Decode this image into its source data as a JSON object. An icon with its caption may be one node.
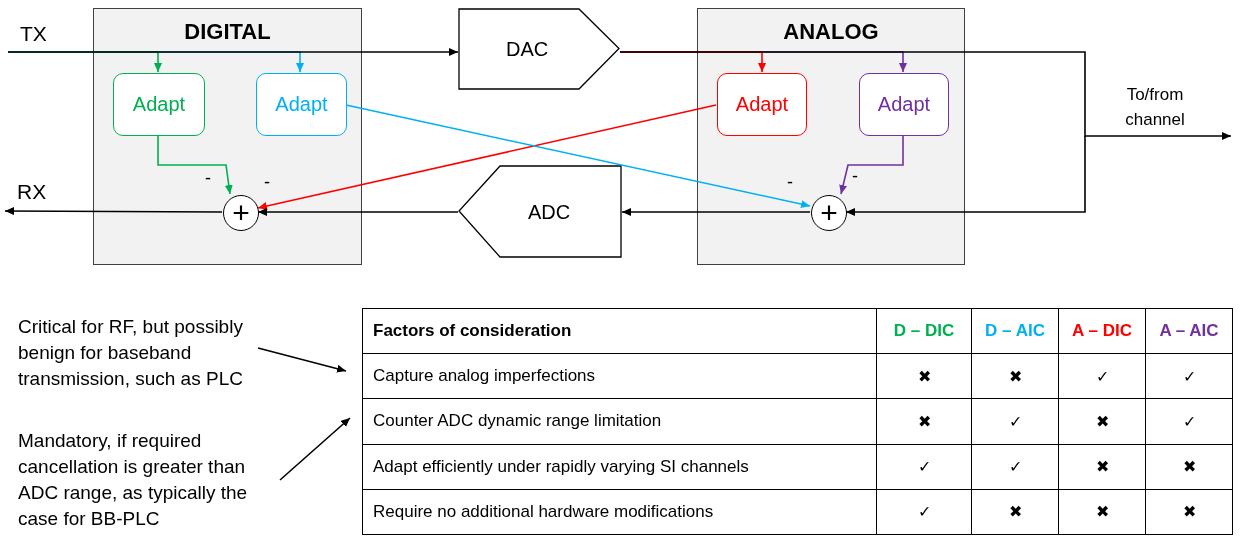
{
  "diagram": {
    "nodes": [
      {
        "text": [
          "TX"
        ]
      },
      {
        "text": [
          "DIGITAL"
        ]
      },
      {
        "text": [
          "Adapt"
        ],
        "in": 1
      },
      {
        "text": [
          "Adapt"
        ],
        "in": 1
      },
      {
        "text": [
          "+"
        ],
        "in": 1
      },
      {
        "text": [
          "DAC"
        ]
      },
      {
        "text": [
          "ADC"
        ]
      },
      {
        "text": [
          "ANALOG"
        ]
      },
      {
        "text": [
          "Adapt"
        ],
        "in": 7
      },
      {
        "text": [
          "Adapt"
        ],
        "in": 7
      },
      {
        "text": [
          "+"
        ],
        "in": 7
      },
      {
        "text": [
          "RX"
        ]
      },
      {
        "text": [
          "To/from channel"
        ]
      },
      {
        "text": [
          "Critical for RF, but possibly benign for baseband transmission, such as PLC"
        ]
      },
      {
        "text": [
          "Mandatory, if required cancellation is greater than ADC range, as typically the case for BB-PLC"
        ]
      }
    ],
    "edges": [
      {
        "from": 0,
        "to": 5,
        "arrow": "to"
      },
      {
        "from": 0,
        "to": 2,
        "arrow": "to",
        "color": "#00b050"
      },
      {
        "from": 0,
        "to": 3,
        "arrow": "to",
        "color": "#00b0f0"
      },
      {
        "from": 2,
        "to": 4,
        "arrow": "to",
        "label": "-",
        "color": "#00b050"
      },
      {
        "from": 3,
        "to": 10,
        "arrow": "to",
        "label": "-",
        "color": "#00b0f0"
      },
      {
        "from": 5,
        "to": 12,
        "arrow": "to"
      },
      {
        "from": 5,
        "to": 8,
        "arrow": "to",
        "color": "#ff0000"
      },
      {
        "from": 5,
        "to": 9,
        "arrow": "to",
        "color": "#7030a0"
      },
      {
        "from": 8,
        "to": 4,
        "arrow": "to",
        "label": "-",
        "color": "#ff0000"
      },
      {
        "from": 9,
        "to": 10,
        "arrow": "to",
        "label": "-",
        "color": "#7030a0"
      },
      {
        "from": 12,
        "to": 10,
        "arrow": "to"
      },
      {
        "from": 10,
        "to": 6,
        "arrow": "to"
      },
      {
        "from": 6,
        "to": 4,
        "arrow": "to"
      },
      {
        "from": 4,
        "to": 11,
        "arrow": "to"
      },
      {
        "from": 13,
        "to": null,
        "arrow": "to"
      },
      {
        "from": 14,
        "to": null,
        "arrow": "to"
      }
    ],
    "labels": [
      "Factors of consideration",
      "D – DIC",
      "D – AIC",
      "A – DIC",
      "A – AIC",
      "Capture analog imperfections",
      "✖",
      "✖",
      "✓",
      "✓",
      "Counter ADC dynamic range limitation",
      "✖",
      "✓",
      "✖",
      "✓",
      "Adapt efficiently under rapidly varying SI channels",
      "✓",
      "✓",
      "✖",
      "✖",
      "Require no additional hardware modifications",
      "✓",
      "✖",
      "✖",
      "✖"
    ]
  }
}
